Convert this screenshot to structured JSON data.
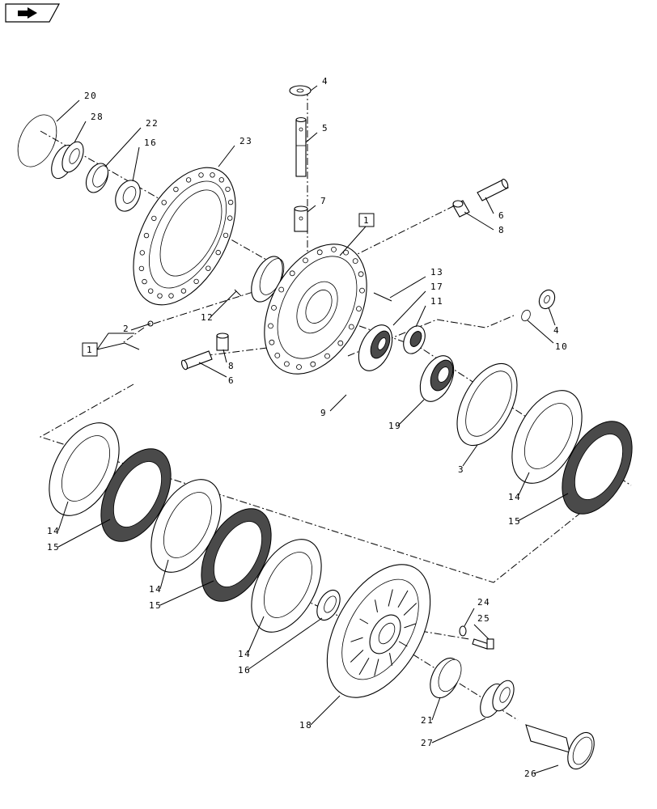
{
  "nav": {
    "icon": "back-arrow-icon"
  },
  "callouts": [
    {
      "id": "c20",
      "text": "20"
    },
    {
      "id": "c28",
      "text": "28"
    },
    {
      "id": "c22",
      "text": "22"
    },
    {
      "id": "c16a",
      "text": "16"
    },
    {
      "id": "c23",
      "text": "23"
    },
    {
      "id": "c4a",
      "text": "4"
    },
    {
      "id": "c5",
      "text": "5"
    },
    {
      "id": "c7",
      "text": "7"
    },
    {
      "id": "c6a",
      "text": "6"
    },
    {
      "id": "c8a",
      "text": "8"
    },
    {
      "id": "c13",
      "text": "13"
    },
    {
      "id": "c17",
      "text": "17"
    },
    {
      "id": "c11",
      "text": "11"
    },
    {
      "id": "c12",
      "text": "12"
    },
    {
      "id": "c2",
      "text": "2"
    },
    {
      "id": "c8b",
      "text": "8"
    },
    {
      "id": "c6b",
      "text": "6"
    },
    {
      "id": "c4b",
      "text": "4"
    },
    {
      "id": "c10",
      "text": "10"
    },
    {
      "id": "c9",
      "text": "9"
    },
    {
      "id": "c19",
      "text": "19"
    },
    {
      "id": "c3",
      "text": "3"
    },
    {
      "id": "c14a",
      "text": "14"
    },
    {
      "id": "c15a",
      "text": "15"
    },
    {
      "id": "c14b",
      "text": "14"
    },
    {
      "id": "c15b",
      "text": "15"
    },
    {
      "id": "c14c",
      "text": "14"
    },
    {
      "id": "c15c",
      "text": "15"
    },
    {
      "id": "c14d",
      "text": "14"
    },
    {
      "id": "c16b",
      "text": "16"
    },
    {
      "id": "c24",
      "text": "24"
    },
    {
      "id": "c25",
      "text": "25"
    },
    {
      "id": "c18",
      "text": "18"
    },
    {
      "id": "c21",
      "text": "21"
    },
    {
      "id": "c27",
      "text": "27"
    },
    {
      "id": "c26",
      "text": "26"
    }
  ],
  "ref_boxes": [
    {
      "id": "r1a",
      "text": "1"
    },
    {
      "id": "r1b",
      "text": "1"
    }
  ]
}
